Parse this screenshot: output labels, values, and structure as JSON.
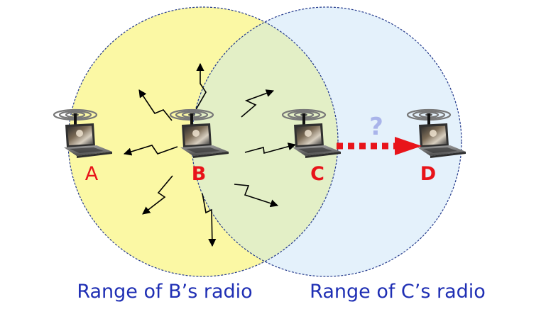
{
  "nodes": [
    {
      "id": "A",
      "label": "A"
    },
    {
      "id": "B",
      "label": "B"
    },
    {
      "id": "C",
      "label": "C"
    },
    {
      "id": "D",
      "label": "D"
    }
  ],
  "ranges": [
    {
      "id": "B",
      "caption": "Range of B’s radio"
    },
    {
      "id": "C",
      "caption": "Range of C’s radio"
    }
  ],
  "question_mark": "?",
  "icons": {
    "laptop": "laptop-icon",
    "antenna_waves": "radio-waves-icon",
    "lightning_arrow": "wireless-signal-arrow-icon"
  },
  "colors": {
    "range_B_fill": "#fbf8a4",
    "range_C_fill": "#e4f1fb",
    "overlap_fill": "#e3efc6",
    "circle_stroke": "#243a8c",
    "node_label": "#e8141a",
    "caption": "#1f2fb4",
    "question_mark": "#a9b4ea",
    "blocked_arrow": "#e8141a",
    "signal_arrow": "#000000"
  }
}
